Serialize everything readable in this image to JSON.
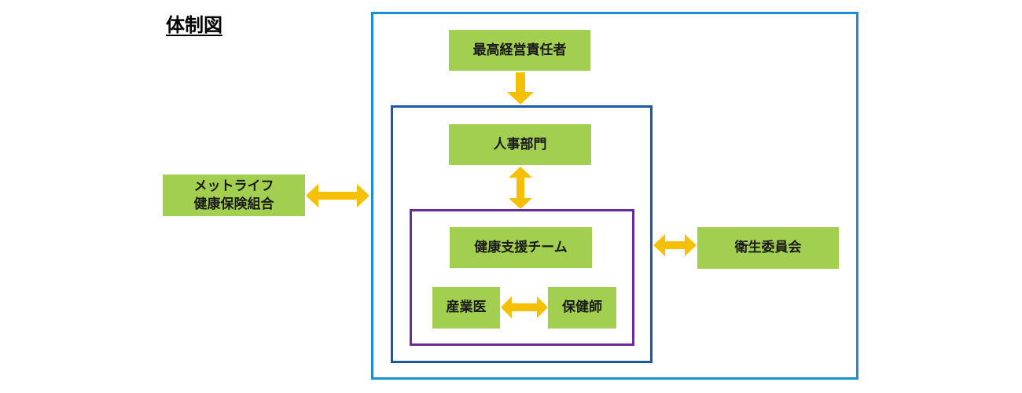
{
  "title": "体制図",
  "nodes": {
    "top_executive": "最高経営責任者",
    "hr_department": "人事部門",
    "health_support_team": "健康支援チーム",
    "occupational_physician": "産業医",
    "public_health_nurse": "保健師",
    "health_insurance_line1": "メットライフ",
    "health_insurance_line2": "健康保険組合",
    "health_committee": "衛生委員会"
  },
  "colors": {
    "box_fill": "#a3cf50",
    "arrow": "#f5c000",
    "outer_frame": "#1b8fd2",
    "middle_frame": "#1a5aa3",
    "inner_frame": "#6a2a9a"
  }
}
